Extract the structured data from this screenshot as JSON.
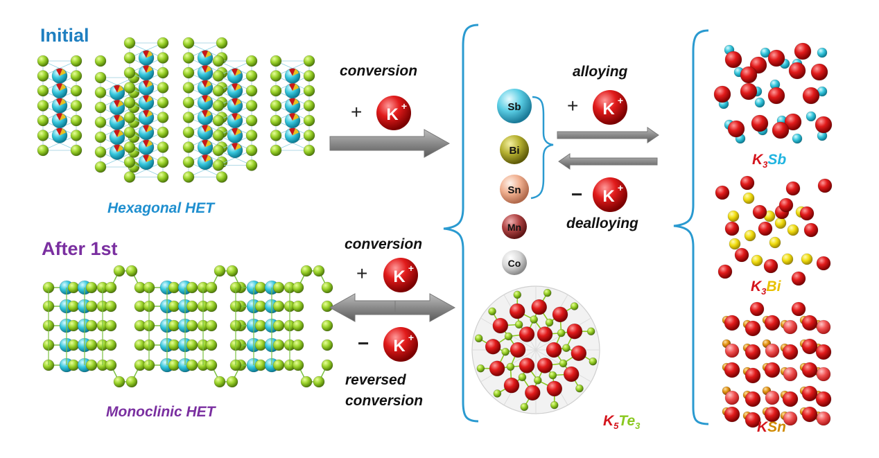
{
  "panels": {
    "initial": {
      "title": "Initial",
      "structure_label": "Hexagonal HET"
    },
    "after": {
      "title": "After 1st",
      "structure_label": "Monoclinic HET"
    }
  },
  "reactions": {
    "top_conversion": {
      "label": "conversion",
      "sign": "+",
      "ion": "K",
      "charge": "+"
    },
    "bottom_conversion": {
      "label": "conversion",
      "sign": "+",
      "ion": "K",
      "charge": "+"
    },
    "bottom_reverse": {
      "sign": "−",
      "ion": "K",
      "charge": "+",
      "label_line1": "reversed",
      "label_line2": "conversion"
    },
    "alloying": {
      "label": "alloying",
      "sign": "+",
      "ion": "K",
      "charge": "+"
    },
    "dealloying": {
      "label": "dealloying",
      "sign": "−",
      "ion": "K",
      "charge": "+"
    }
  },
  "elements": [
    {
      "symbol": "Sb",
      "color": "#3fc6e0"
    },
    {
      "symbol": "Bi",
      "color": "#b5b030"
    },
    {
      "symbol": "Sn",
      "color": "#f0b090"
    },
    {
      "symbol": "Mn",
      "color": "#b04545"
    },
    {
      "symbol": "Co",
      "color": "#d8d8d8"
    }
  ],
  "products": {
    "k5te3": {
      "a": "K",
      "a_sub": "5",
      "b": "Te",
      "b_sub": "3"
    },
    "k3sb": {
      "a": "K",
      "a_sub": "3",
      "b": "Sb"
    },
    "k3bi": {
      "a": "K",
      "a_sub": "3",
      "b": "Bi"
    },
    "ksn": {
      "a": "K",
      "b": "Sn"
    }
  },
  "colors": {
    "title_initial": "#1f7fc0",
    "title_after": "#7a2fa0",
    "potassium": "#d4141c",
    "tellurium": "#9ad22a",
    "antimony_label": "#1fb4e0",
    "bismuth_label": "#e8c000",
    "tin_label": "#d08a00",
    "arrow": "#8a8a8a",
    "brace": "#2a9ad0"
  }
}
